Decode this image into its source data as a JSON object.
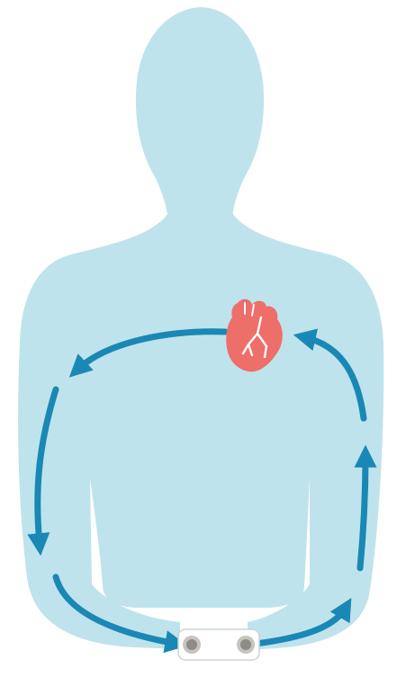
{
  "diagram": {
    "subject": "human-torso-silhouette",
    "features": [
      "heart-icon",
      "circulation-arrow",
      "sensor-electrode"
    ],
    "colors": {
      "background": "#ffffff",
      "body_fill": "#bfe3ec",
      "arrow": "#1a88b4",
      "heart_fill": "#ee6e6a",
      "heart_vessels": "#ffffff",
      "device_frame": "#ffffff",
      "device_outline": "#c9d3d6",
      "electrode_outer": "#c7c4c0",
      "electrode_inner": "#8f8b86"
    }
  }
}
